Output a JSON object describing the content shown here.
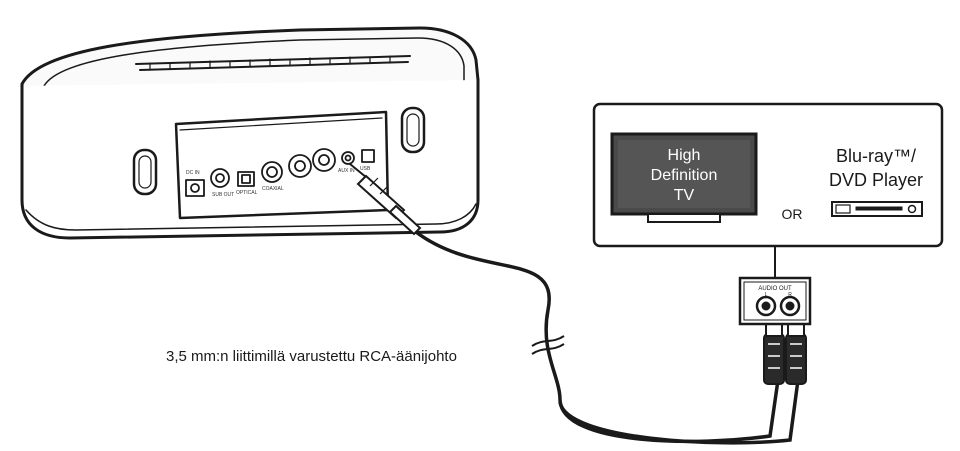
{
  "tv": {
    "line1": "High",
    "line2": "Definition",
    "line3": "TV"
  },
  "or_label": "OR",
  "player": {
    "line1": "Blu-ray™/",
    "line2": "DVD Player"
  },
  "audio_out_label": "AUDIO OUT",
  "audio_out_l": "L",
  "audio_out_r": "R",
  "cable_caption": "3,5 mm:n liittimillä varustettu RCA-äänijohto",
  "speaker_port_labels": [
    "DC IN",
    "SUB OUT",
    "OPTICAL",
    "COAXIAL",
    "AUX IN",
    "USB"
  ]
}
